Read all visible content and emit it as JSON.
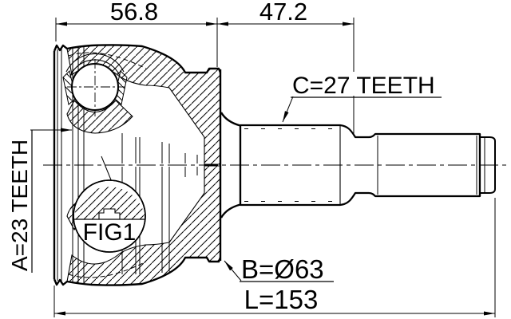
{
  "drawing": {
    "title": "cv-joint-outer-cross-section",
    "background_color": "#ffffff",
    "line_color": "#000000",
    "labels": {
      "dim_top_left": "56.8",
      "dim_top_right": "47.2",
      "spline_inner": "A=23 TEETH",
      "spline_outer": "C=27 TEETH",
      "diameter": "B=Ø63",
      "length": "L=153",
      "figure": "FIG1"
    }
  }
}
